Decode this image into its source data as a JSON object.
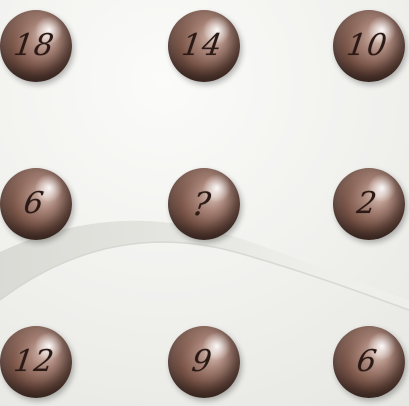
{
  "puzzle": {
    "balls": [
      {
        "label": "18"
      },
      {
        "label": "14"
      },
      {
        "label": "10"
      },
      {
        "label": "6"
      },
      {
        "label": "?"
      },
      {
        "label": "2"
      },
      {
        "label": "12"
      },
      {
        "label": "9"
      },
      {
        "label": "6"
      }
    ]
  }
}
